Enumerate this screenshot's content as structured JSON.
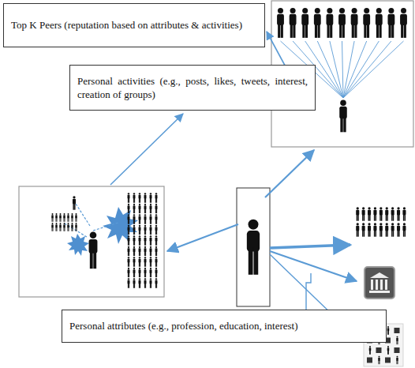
{
  "diagram": {
    "nodes": [
      {
        "text": [
          "Top K Peers (reputation based on attributes & activities)"
        ]
      },
      {
        "text": [
          "Personal activities (e.g., posts, likes, tweets, interest, creation of groups)"
        ]
      },
      {
        "text": [
          "Personal attributes (e.g., profession, education, interest)"
        ]
      }
    ]
  }
}
